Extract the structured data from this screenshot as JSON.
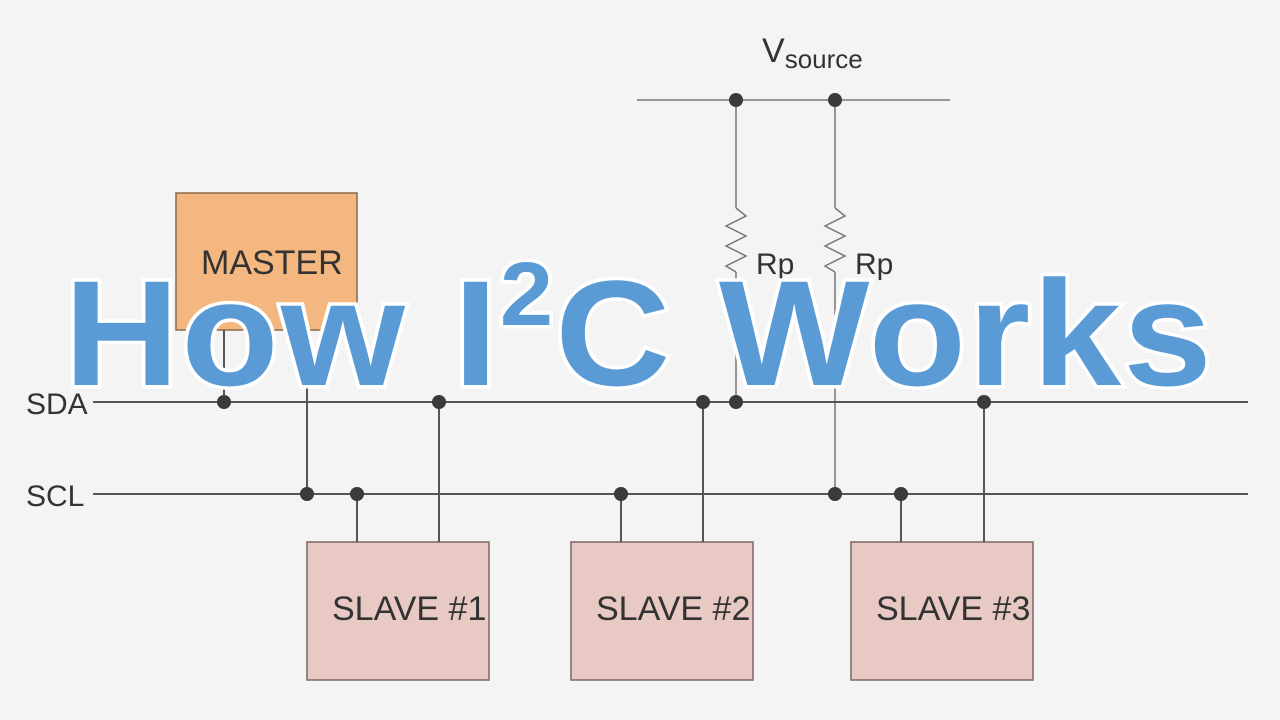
{
  "diagram": {
    "vsource_label": "V",
    "vsource_sub": "source",
    "master_label": "MASTER",
    "sda_label": "SDA",
    "scl_label": "SCL",
    "resistors": [
      {
        "label": "Rp"
      },
      {
        "label": "Rp"
      }
    ],
    "slaves": [
      {
        "label": "SLAVE #1"
      },
      {
        "label": "SLAVE #2"
      },
      {
        "label": "SLAVE #3"
      }
    ]
  },
  "overlay": {
    "title_part1": "How I",
    "title_superscript": "2",
    "title_part2": "C Works"
  },
  "colors": {
    "master_fill": "#f4b77f",
    "master_stroke": "#8a6a4a",
    "slave_fill": "#e8c9c4",
    "slave_stroke": "#7a6663",
    "title_fill": "#5b9bd5"
  }
}
